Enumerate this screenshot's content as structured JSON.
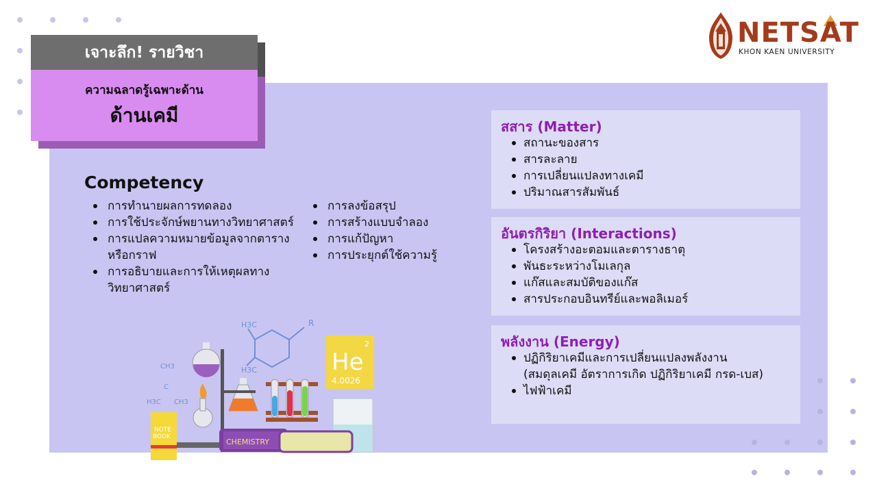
{
  "header": {
    "tag": "เจาะลึก! รายวิชา",
    "subtitle": "ความฉลาดรู้เฉพาะด้าน",
    "title": "ด้านเคมี"
  },
  "logo": {
    "name": "NETSAT",
    "university": "KHON KAEN UNIVERSITY"
  },
  "competency": {
    "title": "Competency",
    "col1": [
      "การทำนายผลการทดลอง",
      "การใช้ประจักษ์พยานทางวิทยาศาสตร์",
      "การแปลความหมายข้อมูลจากตาราง\nหรือกราฟ",
      "การอธิบายและการให้เหตุผลทาง\nวิทยาศาสตร์"
    ],
    "col2": [
      "การลงข้อสรุป",
      "การสร้างแบบจำลอง",
      "การแก้ปัญหา",
      "การประยุกต์ใช้ความรู้"
    ]
  },
  "topics": [
    {
      "title": "สสาร (Matter)",
      "items": [
        "สถานะของสาร",
        "สารละลาย",
        "การเปลี่ยนแปลงทางเคมี",
        "ปริมาณสารสัมพันธ์"
      ]
    },
    {
      "title": "อันตรกิริยา (Interactions)",
      "items": [
        "โครงสร้างอะตอมและตารางธาตุ",
        "พันธะระหว่างโมเลกุล",
        "แก๊สและสมบัติของแก๊ส",
        "สารประกอบอินทรีย์และพอลิเมอร์"
      ]
    },
    {
      "title": "พลังงาน (Energy)",
      "items": [
        "ปฏิกิริยาเคมีและการเปลี่ยนแปลงพลังงาน\n(สมดุลเคมี อัตราการเกิด ปฏิกิริยาเคมี กรด-เบส)",
        "ไฟฟ้าเคมี"
      ]
    }
  ],
  "illustration": {
    "element_symbol": "He",
    "atomic_number": "2",
    "atomic_mass": "4.0026",
    "book_label": "CHEMISTRY",
    "notebook_label_1": "NOTE",
    "notebook_label_2": "BOOK",
    "molecule_h3c_1": "H3C",
    "molecule_h3c_2": "H3C",
    "molecule_r": "R",
    "small_ch3_top": "CH3",
    "small_c": "C",
    "small_h3c": "H3C",
    "small_ch3_right": "CH3"
  },
  "colors": {
    "panel": "#c9c5f2",
    "topic_box": "#dddcf6",
    "topic_title": "#8e1fb0",
    "header_grey": "#6e6e6e",
    "header_pink": "#d98cf0",
    "header_shadow": "#9c5cb5",
    "logo": "#a43b1c"
  }
}
